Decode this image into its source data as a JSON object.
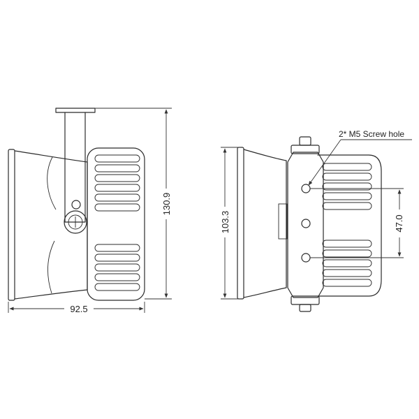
{
  "dimensions": {
    "width": "92.5",
    "height_side": "130.9",
    "height_back": "103.3",
    "hole_spacing": "47.0"
  },
  "callout": {
    "screw_hole": "2* M5 Screw hole"
  }
}
